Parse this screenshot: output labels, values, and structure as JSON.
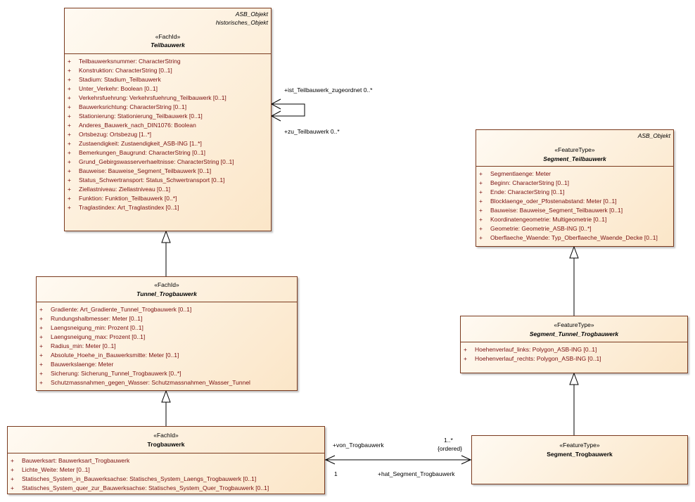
{
  "classes": {
    "teilbauwerk": {
      "parents": [
        "ASB_Objekt",
        "historisches_Objekt"
      ],
      "stereotype": "«FachId»",
      "name": "Teilbauwerk",
      "attributes": [
        "Teilbauwerksnummer: CharacterString",
        "Konstruktion: CharacterString [0..1]",
        "Stadium: Stadium_Teilbauwerk",
        "Unter_Verkehr: Boolean [0..1]",
        "Verkehrsfuehrung: Verkehrsfuehrung_Teilbauwerk [0..1]",
        "Bauwerksrichtung: CharacterString [0..1]",
        "Stationierung: Stationierung_Teilbauwerk [0..1]",
        "Anderes_Bauwerk_nach_DIN1076: Boolean",
        "Ortsbezug: Ortsbezug [1..*]",
        "Zustaendigkeit: Zustaendigkeit_ASB-ING [1..*]",
        "Bemerkungen_Baugrund: CharacterString [0..1]",
        "Grund_Gebirgswasserverhaeltnisse: CharacterString [0..1]",
        "Bauweise: Bauweise_Segment_Teilbauwerk [0..1]",
        "Status_Schwertransport: Status_Schwertransport [0..1]",
        "Ziellastniveau: Ziellastniveau [0..1]",
        "Funktion: Funktion_Teilbauwerk [0..*]",
        "Traglastindex: Art_Traglastindex [0..1]"
      ]
    },
    "tunnel_trogbauwerk": {
      "stereotype": "«FachId»",
      "name": "Tunnel_Trogbauwerk",
      "attributes": [
        "Gradiente: Art_Gradiente_Tunnel_Trogbauwerk [0..1]",
        "Rundungshalbmesser: Meter [0..1]",
        "Laengsneigung_min: Prozent [0..1]",
        "Laengsneigung_max: Prozent [0..1]",
        "Radius_min: Meter [0..1]",
        "Absolute_Hoehe_in_Bauwerksmitte: Meter [0..1]",
        "Bauwerkslaenge: Meter",
        "Sicherung: Sicherung_Tunnel_Trogbauwerk [0..*]",
        "Schutzmassnahmen_gegen_Wasser: Schutzmassnahmen_Wasser_Tunnel"
      ]
    },
    "trogbauwerk": {
      "stereotype": "«FachId»",
      "name": "Trogbauwerk",
      "attributes": [
        "Bauwerksart: Bauwerksart_Trogbauwerk",
        "Lichte_Weite: Meter [0..1]",
        "Statisches_System_in_Bauwerksachse: Statisches_System_Laengs_Trogbauwerk [0..1]",
        "Statisches_System_quer_zur_Bauwerksachse: Statisches_System_Quer_Trogbauwerk [0..1]"
      ]
    },
    "segment_teilbauwerk": {
      "parents": [
        "ASB_Objekt"
      ],
      "stereotype": "«FeatureType»",
      "name": "Segment_Teilbauwerk",
      "attributes": [
        "Segmentlaenge: Meter",
        "Beginn: CharacterString [0..1]",
        "Ende: CharacterString [0..1]",
        "Blocklaenge_oder_Pfostenabstand: Meter [0..1]",
        "Bauweise: Bauweise_Segment_Teilbauwerk [0..1]",
        "Koordinatengeometrie: Multigeometrie [0..1]",
        "Geometrie: Geometrie_ASB-ING [0..*]",
        "Oberflaeche_Waende: Typ_Oberflaeche_Waende_Decke [0..1]"
      ]
    },
    "segment_tunnel_trogbauwerk": {
      "stereotype": "«FeatureType»",
      "name": "Segment_Tunnel_Trogbauwerk",
      "attributes": [
        "Hoehenverlauf_links: Polygon_ASB-ING [0..1]",
        "Hoehenverlauf_rechts: Polygon_ASB-ING [0..1]"
      ]
    },
    "segment_trogbauwerk": {
      "stereotype": "«FeatureType»",
      "name": "Segment_Trogbauwerk"
    }
  },
  "associations": {
    "self_assoc": {
      "role_top": "+ist_Teilbauwerk_zugeordnet 0..*",
      "role_bottom": "+zu_Teilbauwerk 0..*"
    },
    "trog_segment": {
      "role_left": "+von_Trogbauwerk",
      "mult_left": "1",
      "mult_right": "1..*",
      "ordered": "{ordered}",
      "role_right": "+hat_Segment_Trogbauwerk"
    }
  },
  "attr_marker": "+"
}
